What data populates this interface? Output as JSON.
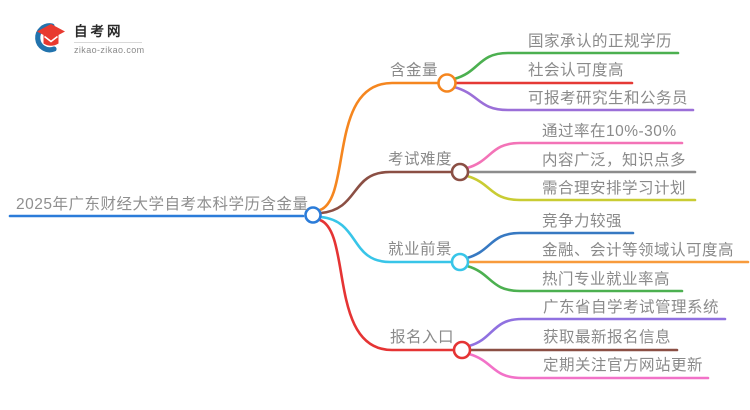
{
  "logo": {
    "title": "自考网",
    "domain": "zikao-zikao.com",
    "swoosh_color": "#2273ad",
    "cap_color": "#e8392f"
  },
  "map": {
    "root": {
      "label": "2025年广东财经大学自考本科学历含金量",
      "color": "#2b7cd9"
    },
    "branches": [
      {
        "label": "含金量",
        "color": "#f5861f",
        "leaves": [
          {
            "text": "国家承认的正规学历",
            "color": "#4cb050"
          },
          {
            "text": "社会认可度高",
            "color": "#e53935"
          },
          {
            "text": "可报考研究生和公务员",
            "color": "#9b6fd8"
          }
        ]
      },
      {
        "label": "考试难度",
        "color": "#8b4f44",
        "leaves": [
          {
            "text": "通过率在10%-30%",
            "color": "#f373b7"
          },
          {
            "text": "内容广泛，知识点多",
            "color": "#8c8c8c"
          },
          {
            "text": "需合理安排学习计划",
            "color": "#c9cc33"
          }
        ]
      },
      {
        "label": "就业前景",
        "color": "#38c5e8",
        "leaves": [
          {
            "text": "竞争力较强",
            "color": "#3779c2"
          },
          {
            "text": "金融、会计等领域认可度高",
            "color": "#f89b3c"
          },
          {
            "text": "热门专业就业率高",
            "color": "#4cb050"
          }
        ]
      },
      {
        "label": "报名入口",
        "color": "#e53434",
        "leaves": [
          {
            "text": "广东省自学考试管理系统",
            "color": "#9071e0"
          },
          {
            "text": "获取最新报名信息",
            "color": "#8b4f44"
          },
          {
            "text": "定期关注官方网站更新",
            "color": "#f272c8"
          }
        ]
      }
    ]
  }
}
